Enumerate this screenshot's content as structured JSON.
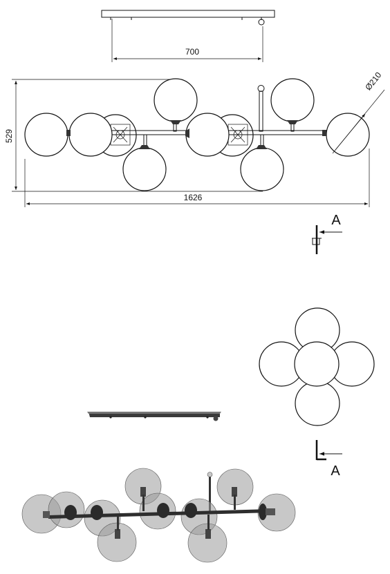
{
  "dimensions": {
    "plate_width": "700",
    "height": "529",
    "total_length": "1626",
    "globe_diameter": "Ø210"
  },
  "section": {
    "top_label": "A",
    "bottom_label": "A"
  }
}
